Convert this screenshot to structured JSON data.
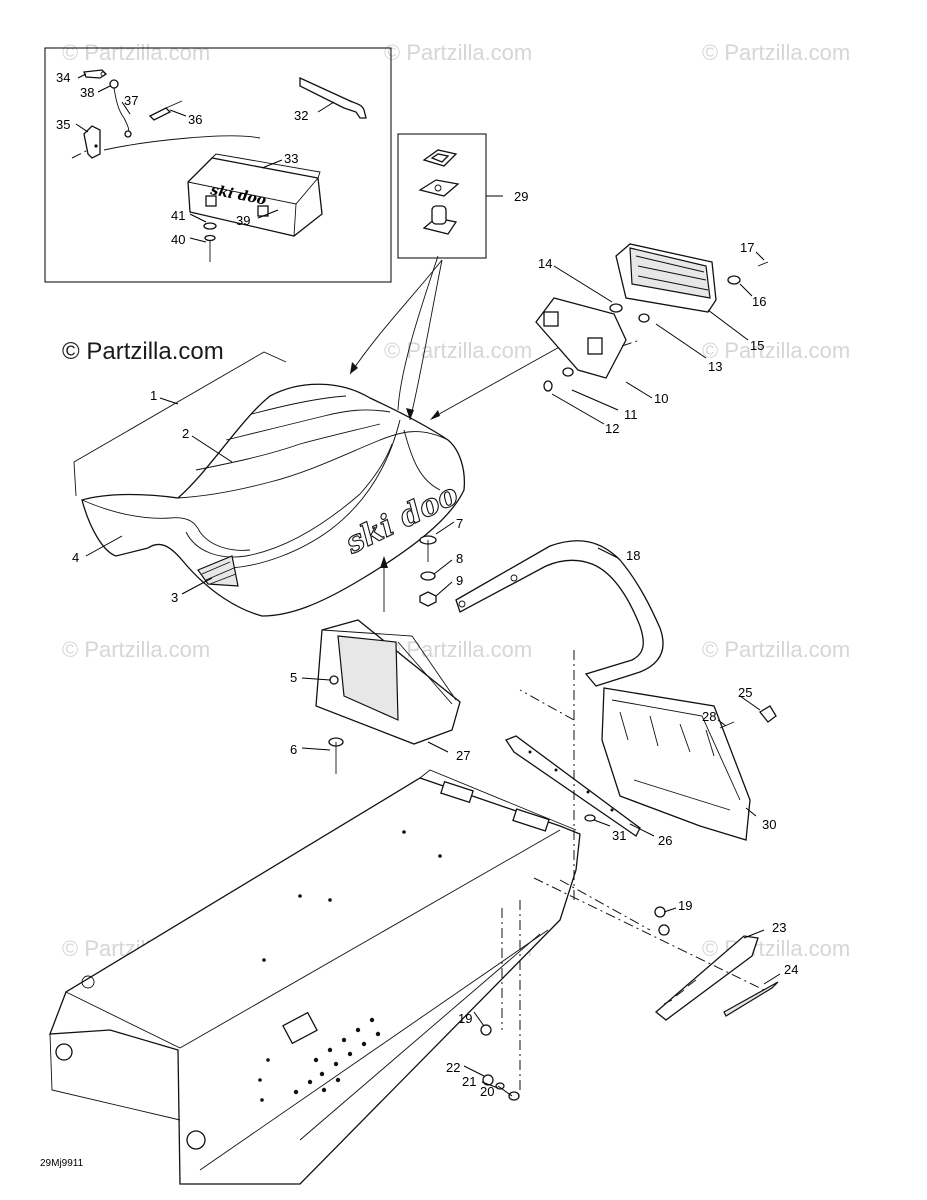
{
  "watermarks": {
    "main": "© Partzilla.com",
    "repeat": "© Partzilla.com"
  },
  "diagram_code": "29Mj9911",
  "callouts": {
    "c1": "1",
    "c2": "2",
    "c3": "3",
    "c4": "4",
    "c5": "5",
    "c6": "6",
    "c7": "7",
    "c8": "8",
    "c9": "9",
    "c10": "10",
    "c11": "11",
    "c12": "12",
    "c13": "13",
    "c14": "14",
    "c15": "15",
    "c16": "16",
    "c17": "17",
    "c18": "18",
    "c19a": "19",
    "c19b": "19",
    "c20": "20",
    "c21": "21",
    "c22": "22",
    "c23": "23",
    "c24": "24",
    "c25": "25",
    "c26": "26",
    "c27": "27",
    "c28": "28",
    "c29": "29",
    "c30": "30",
    "c31": "31",
    "c32": "32",
    "c33": "33",
    "c34": "34",
    "c35": "35",
    "c36": "36",
    "c37": "37",
    "c38": "38",
    "c39": "39",
    "c40": "40",
    "c41": "41"
  },
  "seat_logo": "ski doo",
  "toolbox_logo": "ski doo"
}
